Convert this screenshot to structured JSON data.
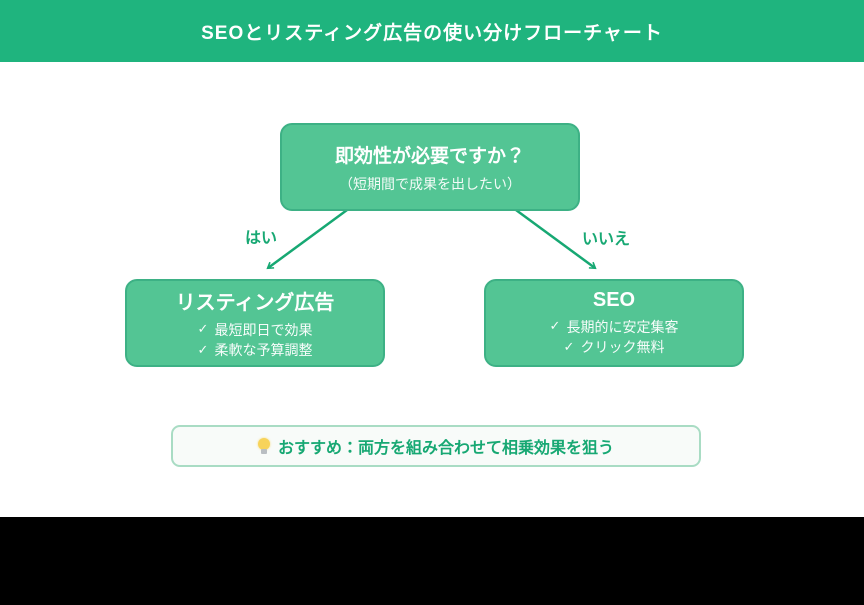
{
  "header": {
    "title": "SEOとリスティング広告の使い分けフローチャート"
  },
  "flowchart": {
    "question": {
      "title": "即効性が必要ですか？",
      "subtitle": "（短期間で成果を出したい）"
    },
    "branches": {
      "yes": "はい",
      "no": "いいえ"
    },
    "check_icon": "✓",
    "listing_ads": {
      "title": "リスティング広告",
      "items": [
        "最短即日で効果",
        "柔軟な予算調整"
      ]
    },
    "seo": {
      "title": "SEO",
      "items": [
        "長期的に安定集客",
        "クリック無料"
      ]
    }
  },
  "recommendation": {
    "icon": "lightbulb-icon",
    "text": "おすすめ：両方を組み合わせて相乗効果を狙う"
  },
  "colors": {
    "header_bg": "#1fb47e",
    "node_fill": "#53c594",
    "node_border": "#3db185",
    "accent": "#17a873",
    "recommend_border": "#a9dcc4",
    "recommend_bg": "#f8fbf9",
    "footer_bg": "#000000"
  }
}
